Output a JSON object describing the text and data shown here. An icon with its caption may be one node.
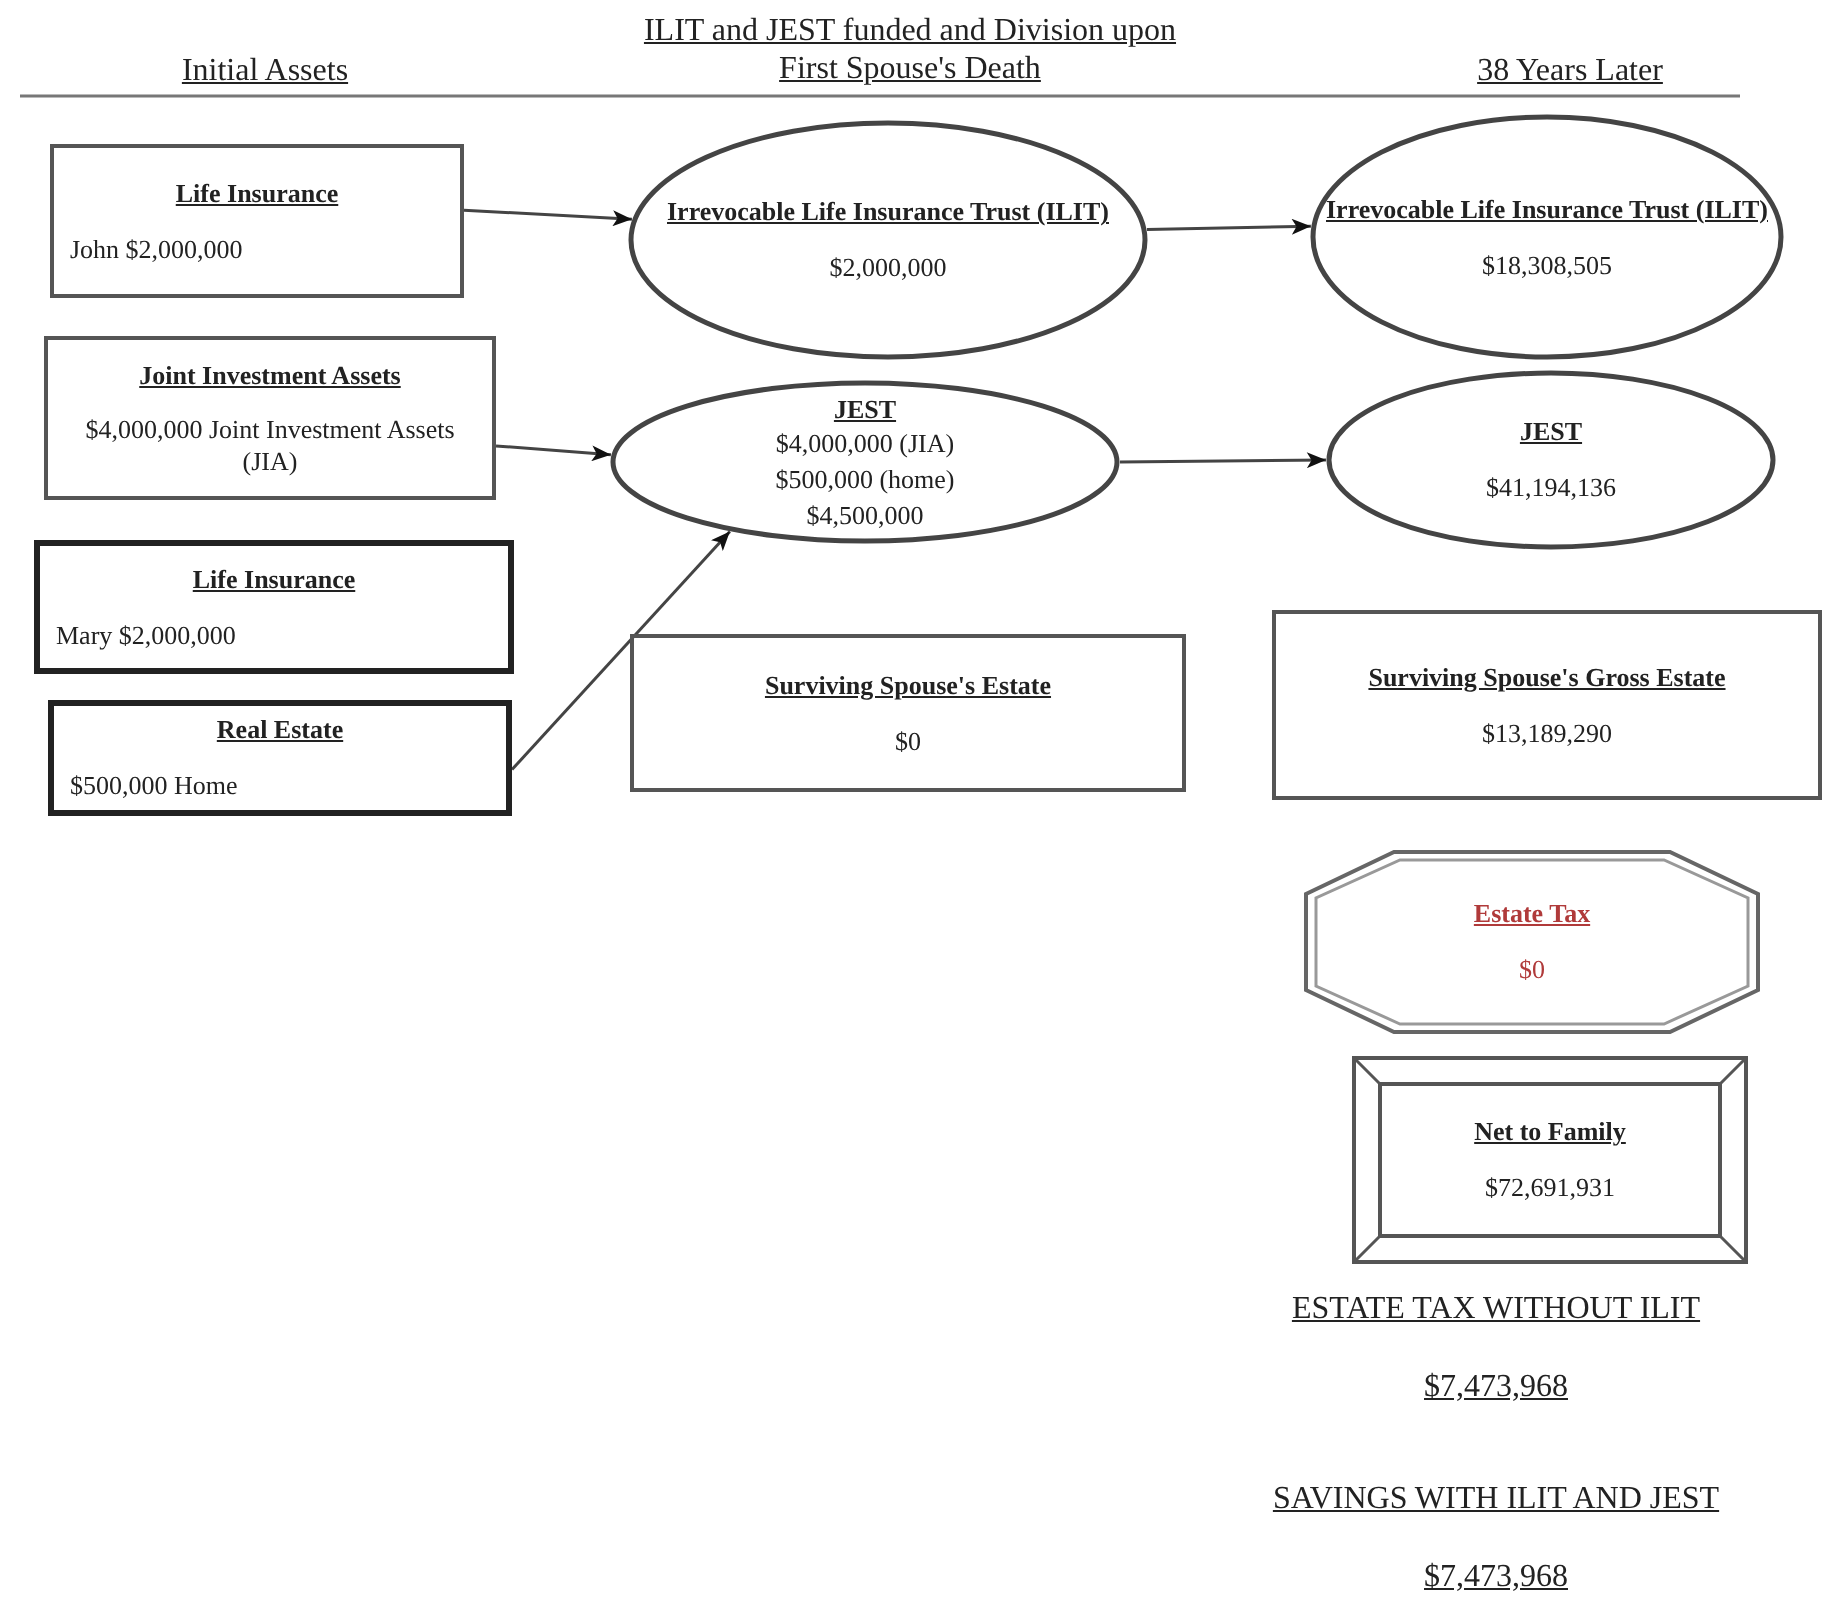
{
  "diagram": {
    "nodes": [
      {
        "text": [
          "Life Insurance",
          "John $2,000,000"
        ]
      },
      {
        "text": [
          "Joint Investment Assets",
          "$4,000,000 Joint Investment Assets (JIA)"
        ]
      },
      {
        "text": [
          "Life Insurance",
          "Mary $2,000,000"
        ]
      },
      {
        "text": [
          "Real Estate",
          "$500,000 Home"
        ]
      },
      {
        "text": [
          "Irrevocable Life Insurance Trust (ILIT)",
          "$2,000,000"
        ]
      },
      {
        "text": [
          "JEST",
          "$4,000,000 (JIA)",
          "$500,000 (home)",
          "$4,500,000"
        ]
      },
      {
        "text": [
          "Surviving Spouse's Estate",
          "$0"
        ]
      },
      {
        "text": [
          "Irrevocable Life Insurance Trust (ILIT)",
          "$18,308,505"
        ]
      },
      {
        "text": [
          "JEST",
          "$41,194,136"
        ]
      },
      {
        "text": [
          "Surviving Spouse's Gross Estate",
          "$13,189,290"
        ]
      },
      {
        "text": [
          "Estate Tax",
          "$0"
        ]
      },
      {
        "text": [
          "Net to Family",
          "$72,691,931"
        ]
      }
    ],
    "edges": [
      {
        "from": 0,
        "to": 4,
        "arrow": "to"
      },
      {
        "from": 1,
        "to": 5,
        "arrow": "to"
      },
      {
        "from": 3,
        "to": 5,
        "arrow": "to"
      },
      {
        "from": 4,
        "to": 7,
        "arrow": "to"
      },
      {
        "from": 5,
        "to": 8,
        "arrow": "to"
      }
    ],
    "labels": [
      "Initial Assets",
      "ILIT and JEST funded and Division upon First Spouse's Death",
      "38 Years Later",
      "ESTATE TAX WITHOUT ILIT",
      "$7,473,968",
      "SAVINGS WITH ILIT AND JEST",
      "$7,473,968"
    ]
  }
}
